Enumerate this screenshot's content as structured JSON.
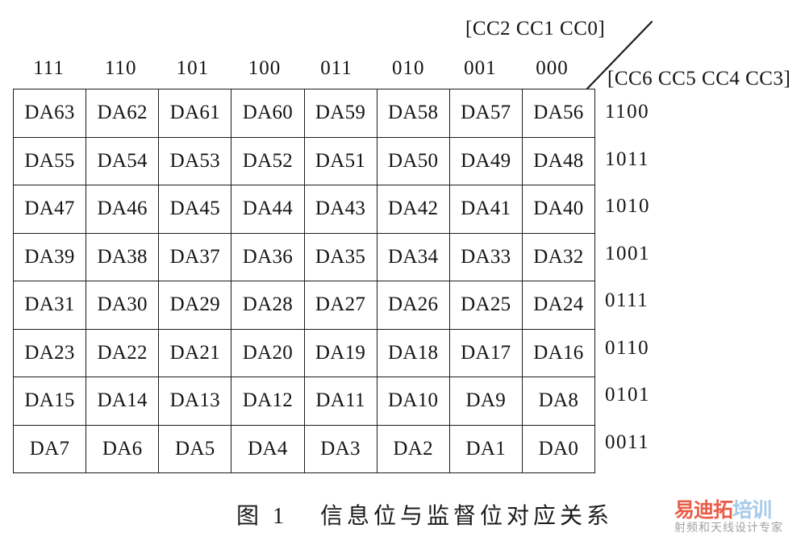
{
  "figure": {
    "caption_number": "图 1",
    "caption_text": "信息位与监督位对应关系",
    "column_group_label": "[CC2 CC1 CC0]",
    "row_group_label": "[CC6 CC5 CC4 CC3]"
  },
  "chart_data": {
    "type": "table",
    "title": "图 1  信息位与监督位对应关系",
    "xlabel": "[CC2 CC1 CC0]",
    "ylabel": "[CC6 CC5 CC4 CC3]",
    "categories": [
      "111",
      "110",
      "101",
      "100",
      "011",
      "010",
      "001",
      "000"
    ],
    "row_labels": [
      "1100",
      "1011",
      "1010",
      "1001",
      "0111",
      "0110",
      "0101",
      "0011"
    ],
    "rows": [
      [
        "DA63",
        "DA62",
        "DA61",
        "DA60",
        "DA59",
        "DA58",
        "DA57",
        "DA56"
      ],
      [
        "DA55",
        "DA54",
        "DA53",
        "DA52",
        "DA51",
        "DA50",
        "DA49",
        "DA48"
      ],
      [
        "DA47",
        "DA46",
        "DA45",
        "DA44",
        "DA43",
        "DA42",
        "DA41",
        "DA40"
      ],
      [
        "DA39",
        "DA38",
        "DA37",
        "DA36",
        "DA35",
        "DA34",
        "DA33",
        "DA32"
      ],
      [
        "DA31",
        "DA30",
        "DA29",
        "DA28",
        "DA27",
        "DA26",
        "DA25",
        "DA24"
      ],
      [
        "DA23",
        "DA22",
        "DA21",
        "DA20",
        "DA19",
        "DA18",
        "DA17",
        "DA16"
      ],
      [
        "DA15",
        "DA14",
        "DA13",
        "DA12",
        "DA11",
        "DA10",
        "DA9",
        "DA8"
      ],
      [
        "DA7",
        "DA6",
        "DA5",
        "DA4",
        "DA3",
        "DA2",
        "DA1",
        "DA0"
      ]
    ],
    "grid": true,
    "legend": "none"
  },
  "watermark": {
    "brand_part_1": "易迪拓",
    "brand_part_2": "培训",
    "tagline": "射频和天线设计专家",
    "color_primary": "#e8503a",
    "color_secondary": "#9fc6e8",
    "color_tagline": "#9a9a9a"
  },
  "colors": {
    "ink": "#141414",
    "rule": "#1b1b1b",
    "background": "#ffffff"
  }
}
